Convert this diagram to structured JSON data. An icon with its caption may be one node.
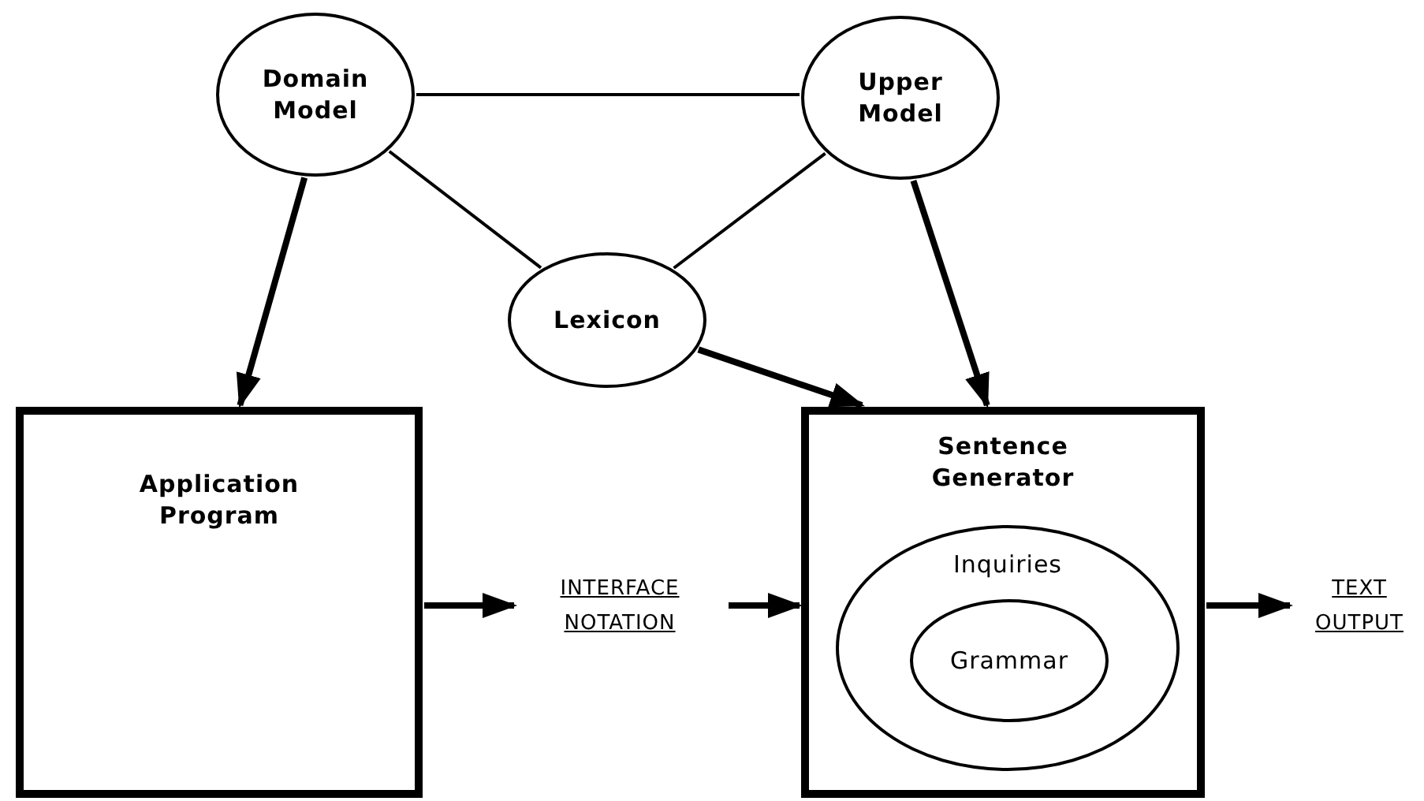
{
  "diagram": {
    "nodes": [
      {
        "text": [
          "Domain Model"
        ]
      },
      {
        "text": [
          "Upper Model"
        ]
      },
      {
        "text": [
          "Lexicon"
        ]
      },
      {
        "text": [
          "Application Program"
        ]
      },
      {
        "text": [
          "Sentence Generator"
        ]
      },
      {
        "text": [
          "Inquiries"
        ],
        "in": 4
      },
      {
        "text": [
          "Grammar"
        ],
        "in": 5
      },
      {
        "text": [
          "INTERFACE NOTATION"
        ]
      },
      {
        "text": [
          "TEXT OUTPUT"
        ]
      }
    ],
    "edges": [
      {
        "from": 0,
        "to": 1,
        "arrow": "none"
      },
      {
        "from": 0,
        "to": 2,
        "arrow": "none"
      },
      {
        "from": 1,
        "to": 2,
        "arrow": "none"
      },
      {
        "from": 0,
        "to": 3,
        "arrow": "to"
      },
      {
        "from": 1,
        "to": 4,
        "arrow": "to"
      },
      {
        "from": 2,
        "to": 4,
        "arrow": "to"
      },
      {
        "from": 3,
        "to": 7,
        "arrow": "to"
      },
      {
        "from": 7,
        "to": 4,
        "arrow": "to"
      },
      {
        "from": 4,
        "to": 8,
        "arrow": "to"
      }
    ]
  }
}
